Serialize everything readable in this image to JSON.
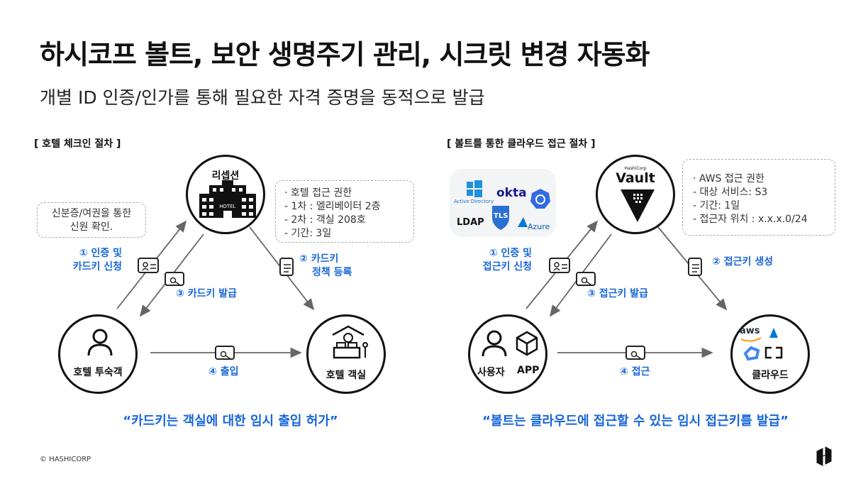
{
  "title": "하시코프 볼트, 보안 생명주기 관리, 시크릿 변경 자동화",
  "subtitle": "개별 ID 인증/인가를 통해 필요한 자격 증명을 동적으로 발급",
  "left": {
    "section_title": "[ 호텔 체크인 절차 ]",
    "reception_label": "리셉션",
    "hotel_sign": "HOTEL",
    "guest_label": "호텔 투숙객",
    "room_label": "호텔 객실",
    "id_box": [
      "신분증/여권을 통한",
      "신원 확인."
    ],
    "policy_box": [
      "· 호텔 접근 권한",
      "- 1차 : 엘리베이터 2층",
      "- 2차 : 객실 208호",
      "- 기간: 3일"
    ],
    "step1": [
      "① 인증 및",
      "카드키 신청"
    ],
    "step2": [
      "② 카드키",
      "정책 등록"
    ],
    "step3": "③ 카드키 발급",
    "step4": "④ 출입",
    "quote": "“카드키는 객실에 대한 임시 출입 허가”"
  },
  "right": {
    "section_title": "[ 볼트를 통한 클라우드 접근 절차 ]",
    "vault_small": "HashiCorp",
    "vault_big": "Vault",
    "user_label": "사용자",
    "app_label": "APP",
    "cloud_label": "클라우드",
    "idp_logos": [
      "Active Directory",
      "okta",
      "LDAP",
      "TLS",
      "Azure"
    ],
    "cloud_logos": [
      "aws"
    ],
    "policy_box": [
      "· AWS 접근 권한",
      "- 대상 서비스: S3",
      "- 기간: 1일",
      "- 접근자 위치 : x.x.x.0/24"
    ],
    "step1": [
      "① 인증 및",
      "접근키 신청"
    ],
    "step2": "② 접근키 생성",
    "step3": "③ 접근키 발급",
    "step4": "④ 접근",
    "quote": "“볼트는 클라우드에 접근할 수 있는 임시 접근키를 발급”"
  },
  "footer": "© HASHICORP",
  "colors": {
    "accent": "#1766d8",
    "ink": "#111111"
  }
}
